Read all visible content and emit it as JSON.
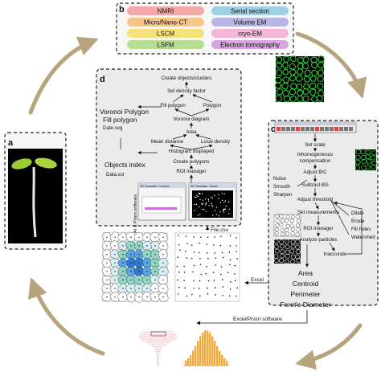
{
  "panels": {
    "a": "a",
    "b": "b",
    "c": "c",
    "d": "d"
  },
  "modalities": [
    {
      "label": "NMRI",
      "color": "#f4a9a8"
    },
    {
      "label": "Serial section",
      "color": "#9fd0e6"
    },
    {
      "label": "Micro/Nano-CT",
      "color": "#f7c58b"
    },
    {
      "label": "Volume EM",
      "color": "#b9b6e3"
    },
    {
      "label": "LSCM",
      "color": "#f6e27a"
    },
    {
      "label": "cryo-EM",
      "color": "#f3b6d6"
    },
    {
      "label": "LSFM",
      "color": "#b7dd93"
    },
    {
      "label": "Electron tomography",
      "color": "#d7a5df"
    }
  ],
  "panel_c": {
    "steps": [
      "Set scale",
      "Inhomogeneous",
      "compensation",
      "Adjust B/C",
      "Subtract BG",
      "Adjust threshold",
      "Set measurements",
      "ROI manager",
      "Analyze particles",
      "Inaccurate"
    ],
    "left_options": [
      "Noise",
      "Smooth",
      "Sharpen"
    ],
    "right_options": [
      "Dilate",
      "Erode",
      "Fill holes",
      "Watershed"
    ],
    "outputs": [
      "Area",
      "Centroid",
      "Perimeter",
      "Feret's Diameter"
    ]
  },
  "panel_d": {
    "steps": [
      "Create objects/clusters",
      "Set density factor",
      "Fill polygon",
      "Polygon",
      "Voronoi diagram",
      "Area",
      "Mean distance",
      "Local density",
      "Histogram displayed",
      "Create polygons",
      "ROI manager"
    ],
    "left_lines": [
      "Voronoi Polygon",
      "Fill polygon",
      "Date.svg",
      "Objects index",
      "Data.xsl"
    ],
    "software": "AI & Prism software",
    "window_left_title": "SR-Tesselate: Controls",
    "window_right_title": "SR-Tesselate: Viewer"
  },
  "connectors": {
    "file_csv": "File.csv",
    "excel": "Excel",
    "excel_prism": "Excel/Prism software"
  },
  "colors": {
    "arrow": "#b5a47e",
    "box_border": "#222222",
    "panel_fill": "#ebebeb",
    "cell_green": "#2fd13a",
    "voronoi_blue": "#2e7bd6",
    "hist_orange": "#f3a93a",
    "violin_pink": "#e66a7c"
  }
}
